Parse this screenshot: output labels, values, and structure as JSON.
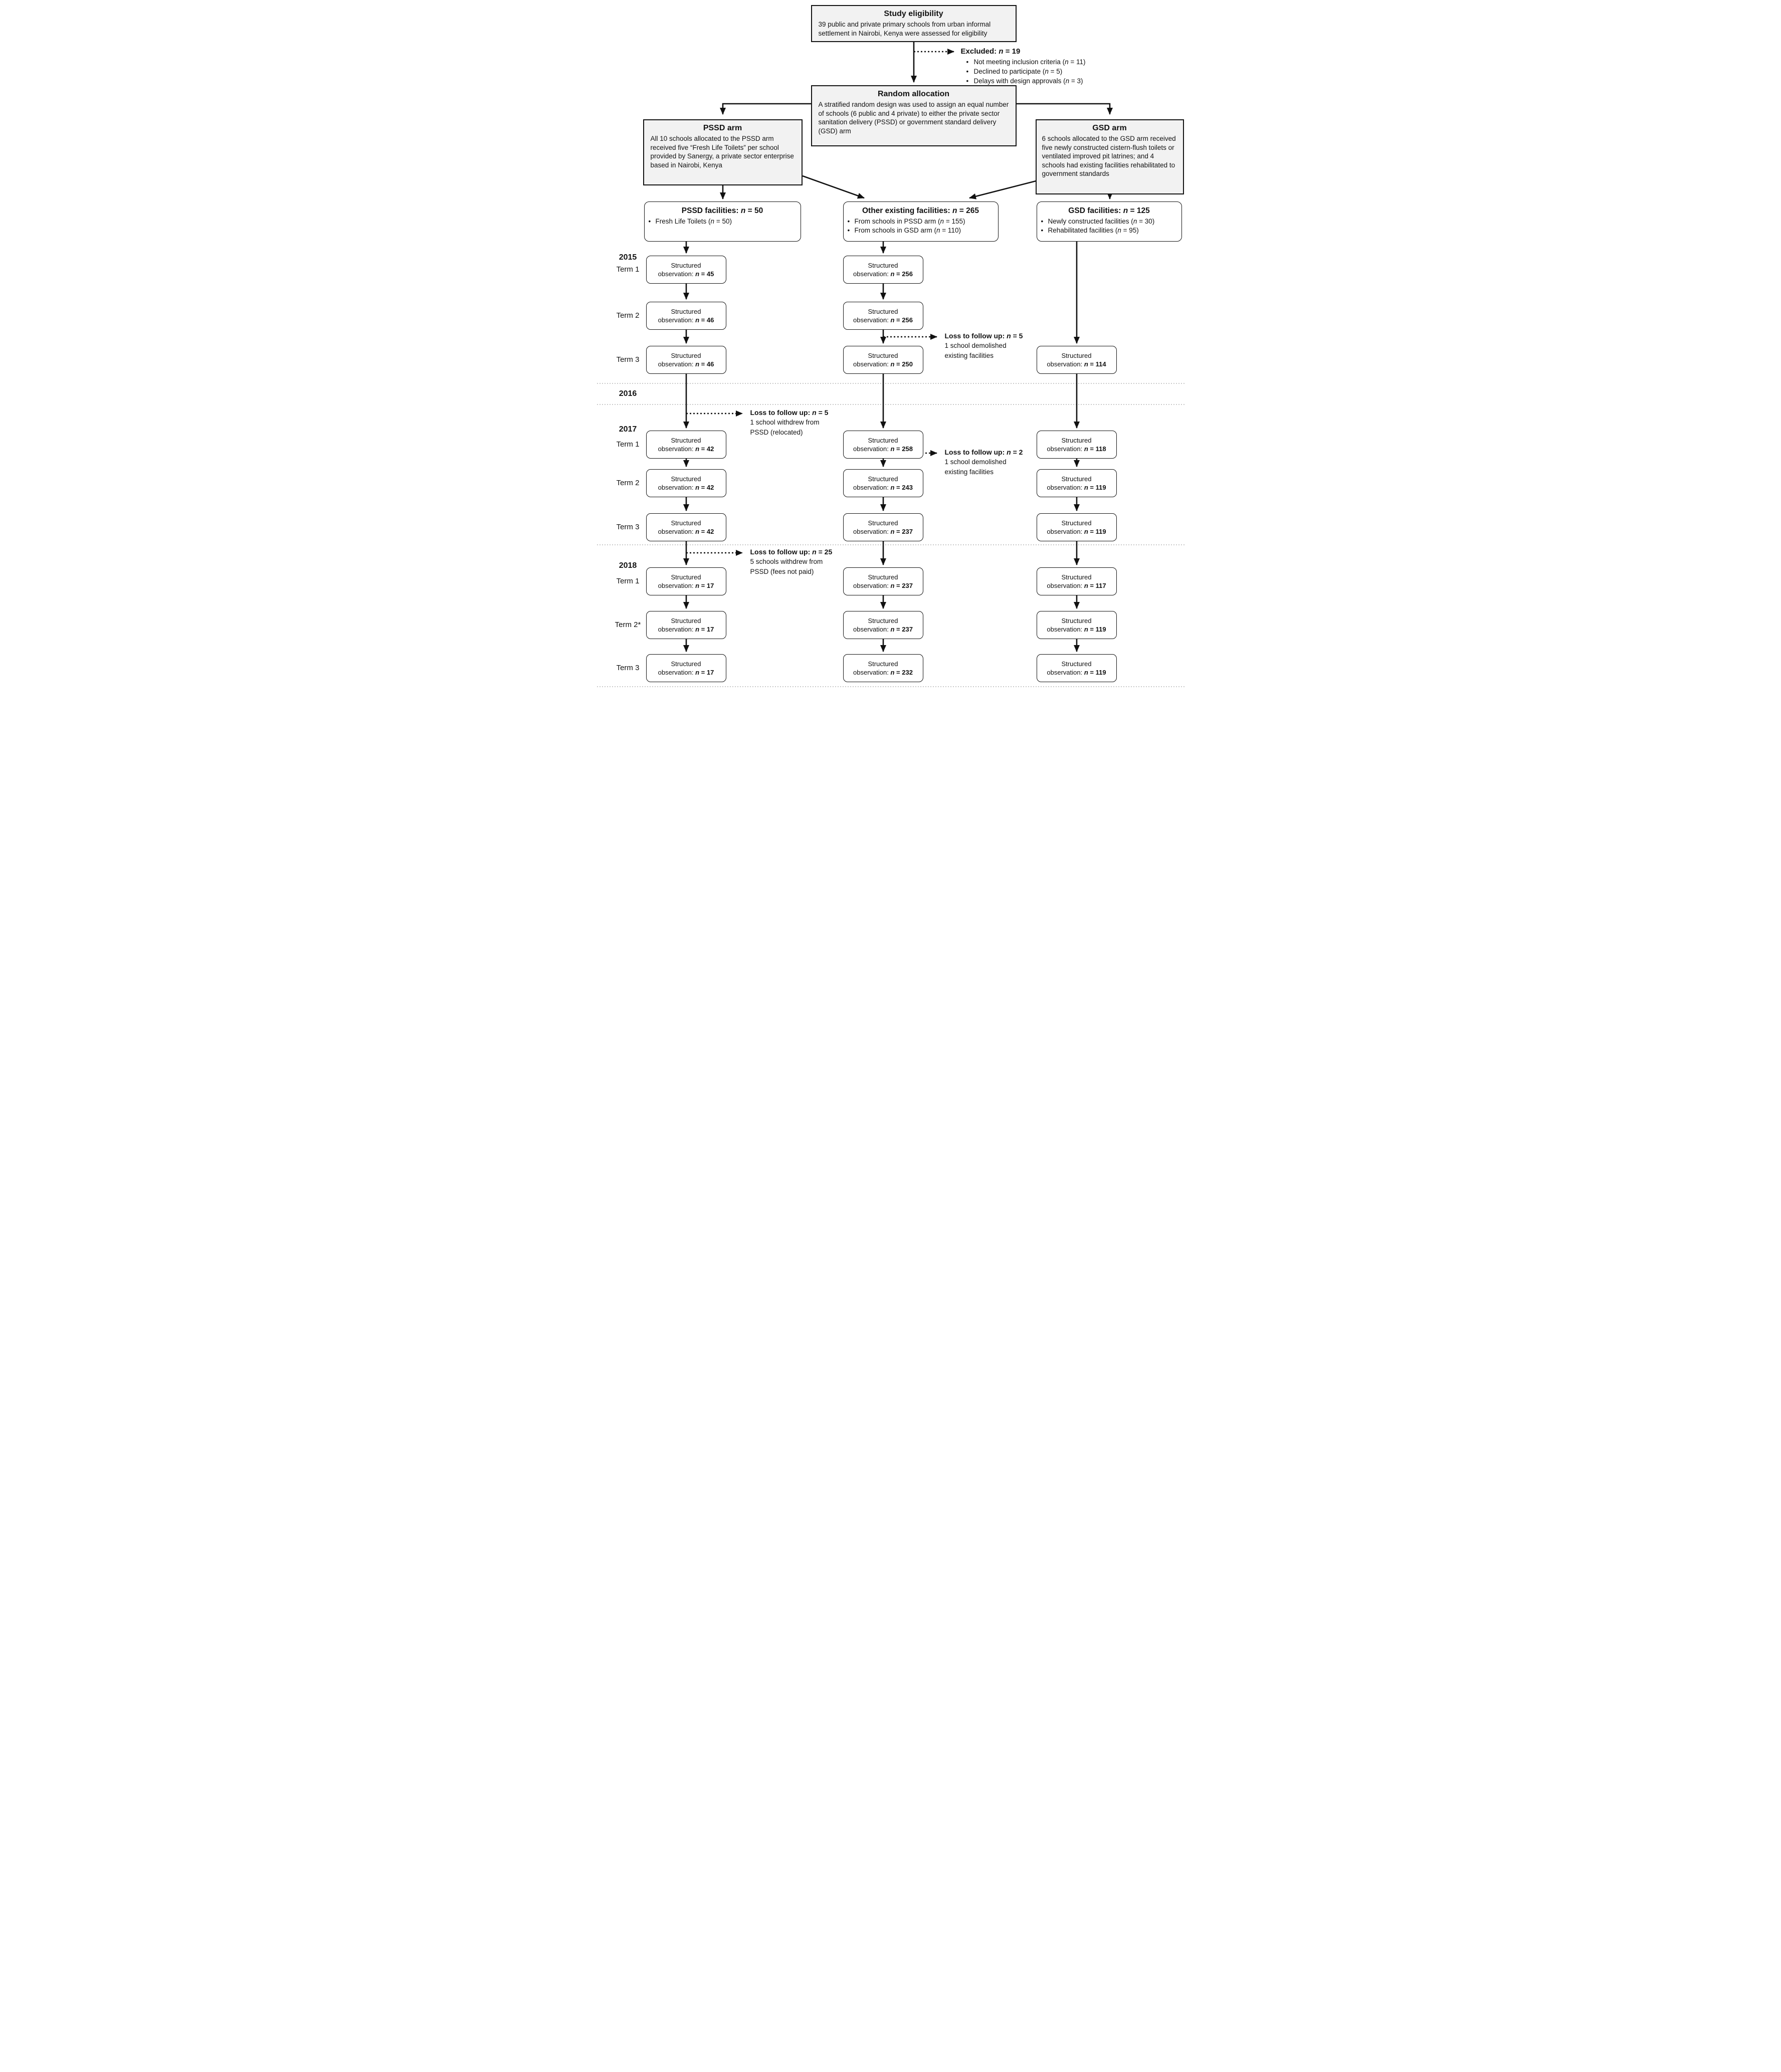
{
  "eligibility": {
    "title": "Study eligibility",
    "body": "39 public and private primary schools from urban informal settlement in Nairobi, Kenya were assessed for eligibility"
  },
  "excluded": {
    "title": "Excluded: n = 19",
    "items": [
      "Not meeting inclusion criteria (n = 11)",
      "Declined to participate (n = 5)",
      "Delays with design approvals (n = 3)"
    ]
  },
  "random_allocation": {
    "title": "Random allocation",
    "body": "A stratified random design was used to assign an equal number of schools (6 public and 4 private) to either the private sector sanitation delivery (PSSD) or government standard delivery (GSD) arm"
  },
  "pssd_arm": {
    "title": "PSSD arm",
    "body": "All 10 schools allocated to the PSSD arm received five “Fresh Life Toilets” per school provided by Sanergy, a private sector enterprise based in Nairobi, Kenya"
  },
  "gsd_arm": {
    "title": "GSD arm",
    "body": "6 schools allocated to the GSD arm received five newly constructed cistern-flush toilets or ventilated improved pit latrines; and 4 schools had existing facilities rehabilitated to government standards"
  },
  "pssd_facilities": {
    "title": "PSSD facilities: n = 50",
    "items": [
      "Fresh Life Toilets (n = 50)"
    ]
  },
  "other_facilities": {
    "title": "Other existing facilities: n = 265",
    "items": [
      "From schools in PSSD arm (n = 155)",
      "From schools in GSD arm (n = 110)"
    ]
  },
  "gsd_facilities": {
    "title": "GSD facilities: n = 125",
    "items": [
      "Newly constructed facilities (n = 30)",
      "Rehabilitated facilities (n = 95)"
    ]
  },
  "obs_label_1": "Structured",
  "obs_label_2": "observation:",
  "obs": {
    "pssd": [
      "n = 45",
      "n = 46",
      "n = 46",
      "n = 42",
      "n = 42",
      "n = 42",
      "n = 17",
      "n = 17",
      "n = 17"
    ],
    "other": [
      "n = 256",
      "n = 256",
      "n = 250",
      "n = 258",
      "n = 243",
      "n = 237",
      "n = 237",
      "n = 237",
      "n = 232"
    ],
    "gsd": [
      "n = 114",
      "n = 118",
      "n = 119",
      "n = 119",
      "n = 117",
      "n = 119",
      "n = 119"
    ]
  },
  "losses": {
    "other_2015": {
      "title": "Loss to follow up: n = 5",
      "line1": "1 school demolished",
      "line2": "existing facilities"
    },
    "pssd_2017": {
      "title": "Loss to follow up: n = 5",
      "line1": "1 school withdrew from",
      "line2": "PSSD (relocated)"
    },
    "other_2017": {
      "title": "Loss to follow up: n = 2",
      "line1": "1 school demolished",
      "line2": "existing facilities"
    },
    "pssd_2018": {
      "title": "Loss to follow up: n = 25",
      "line1": "5 schools withdrew from",
      "line2": "PSSD (fees not paid)"
    }
  },
  "timeline": {
    "y2015": "2015",
    "y2016": "2016",
    "y2017": "2017",
    "y2018": "2018",
    "term1": "Term 1",
    "term2": "Term 2",
    "term3": "Term 3",
    "term2_star": "Term 2*"
  }
}
